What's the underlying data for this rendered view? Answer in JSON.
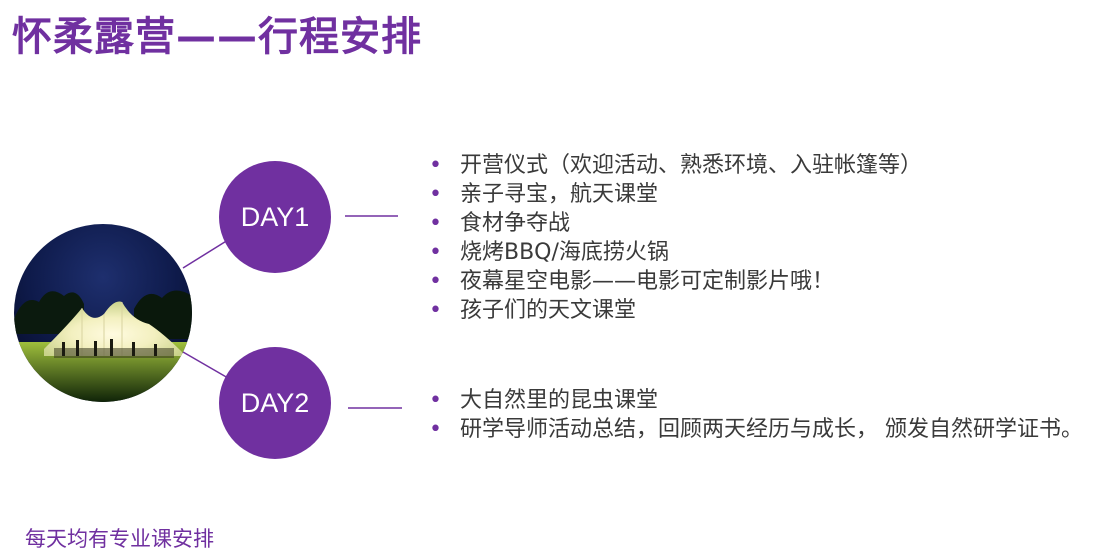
{
  "title": "怀柔露营——行程安排",
  "day1": {
    "label": "DAY1",
    "items": [
      "开营仪式（欢迎活动、熟悉环境、入驻帐篷等）",
      "亲子寻宝，航天课堂",
      "食材争夺战",
      "烧烤BBQ/海底捞火锅",
      "夜幕星空电影——电影可定制影片哦！",
      "孩子们的天文课堂"
    ]
  },
  "day2": {
    "label": "DAY2",
    "items": [
      "大自然里的昆虫课堂",
      "研学导师活动总结，回顾两天经历与成长， 颁发自然研学证书。"
    ]
  },
  "footer_note": "每天均有专业课安排",
  "bullet_glyph": "•",
  "colors": {
    "accent": "#7030a0",
    "text": "#3a3a3a"
  }
}
